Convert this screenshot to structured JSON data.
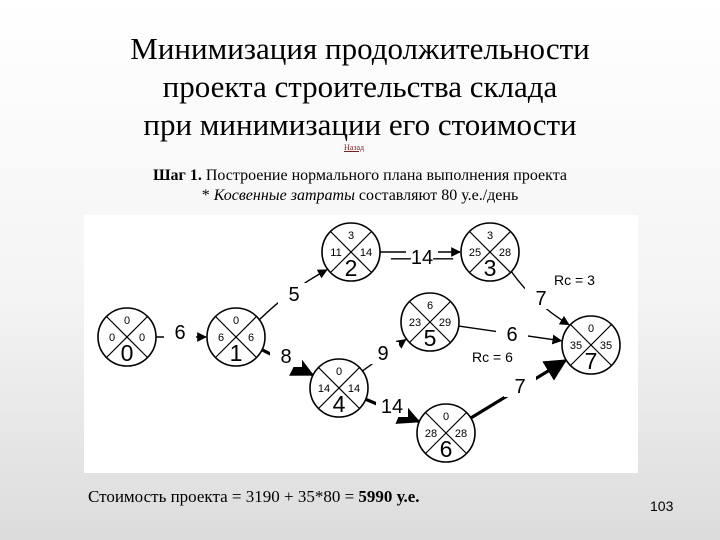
{
  "title": {
    "line1": "Минимизация продолжительности",
    "line2": "проекта строительства склада",
    "line3": "при минимизации его стоимости"
  },
  "nav_link": "Назад",
  "step": {
    "label": "Шаг 1.",
    "text": "Построение нормального плана выполнения проекта",
    "note_prefix": "* ",
    "note_italic": "Косвенные затраты",
    "note_rest": " составляют 80 у.е./день"
  },
  "network": {
    "nodes": [
      {
        "id": "0",
        "top": "0",
        "left": "0",
        "right": "0"
      },
      {
        "id": "1",
        "top": "0",
        "left": "6",
        "right": "6"
      },
      {
        "id": "2",
        "top": "3",
        "left": "11",
        "right": "14"
      },
      {
        "id": "3",
        "top": "3",
        "left": "25",
        "right": "28"
      },
      {
        "id": "4",
        "top": "0",
        "left": "14",
        "right": "14"
      },
      {
        "id": "5",
        "top": "6",
        "left": "23",
        "right": "29"
      },
      {
        "id": "6",
        "top": "0",
        "left": "28",
        "right": "28"
      },
      {
        "id": "7",
        "top": "0",
        "left": "35",
        "right": "35"
      }
    ],
    "edges": [
      {
        "from": "0",
        "to": "1",
        "label": "6"
      },
      {
        "from": "1",
        "to": "2",
        "label": "5"
      },
      {
        "from": "1",
        "to": "4",
        "label": "8"
      },
      {
        "from": "2",
        "to": "3",
        "label": "—14—"
      },
      {
        "from": "4",
        "to": "5",
        "label": "9"
      },
      {
        "from": "4",
        "to": "6",
        "label": "14"
      },
      {
        "from": "3",
        "to": "7",
        "label": "7"
      },
      {
        "from": "5",
        "to": "7",
        "label": "6"
      },
      {
        "from": "6",
        "to": "7",
        "label": "7"
      }
    ],
    "reserve_labels": [
      {
        "edge": "3-7",
        "text": "Rc = 3"
      },
      {
        "edge": "5-7",
        "text": "Rc = 6"
      }
    ]
  },
  "cost": {
    "text": "Стоимость проекта = 3190 + 35*80 = ",
    "total": "5990 у.е."
  },
  "page_number": "103"
}
